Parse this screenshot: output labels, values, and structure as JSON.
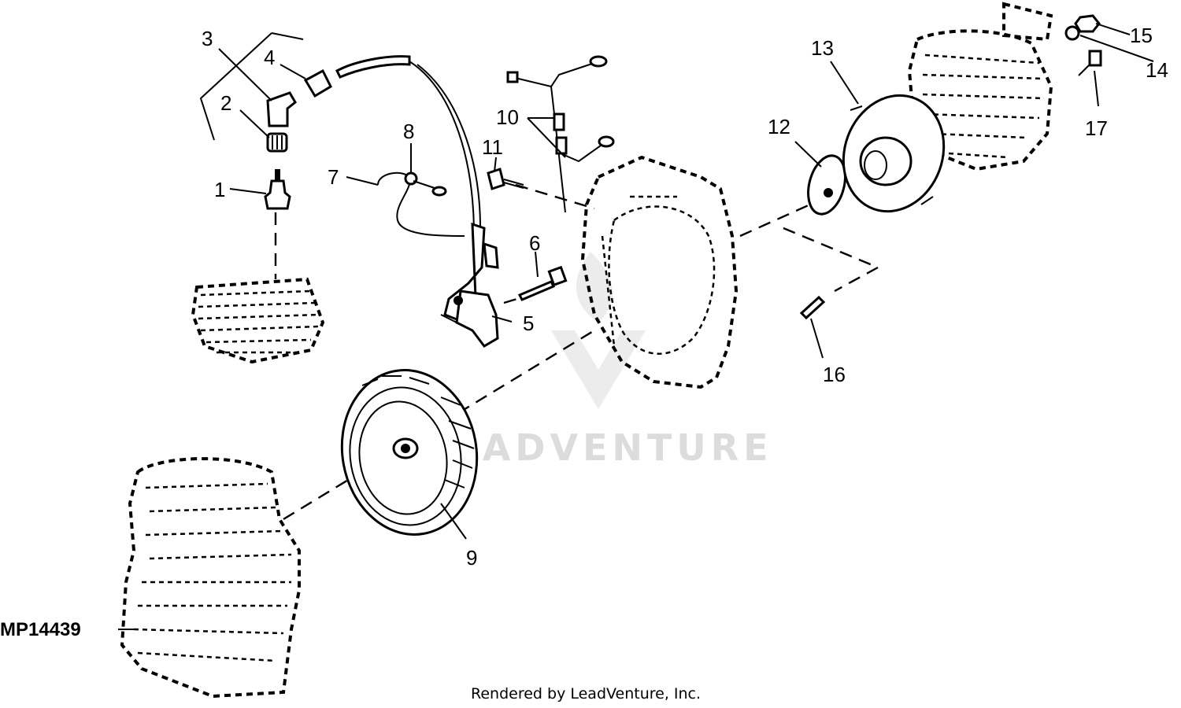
{
  "diagram_id": "MP14439",
  "footer": "Rendered by LeadVenture, Inc.",
  "watermark": "LEADVENTURE",
  "callouts": [
    "1",
    "2",
    "3",
    "4",
    "5",
    "6",
    "7",
    "8",
    "9",
    "10",
    "11",
    "12",
    "13",
    "14",
    "15",
    "16",
    "17"
  ]
}
